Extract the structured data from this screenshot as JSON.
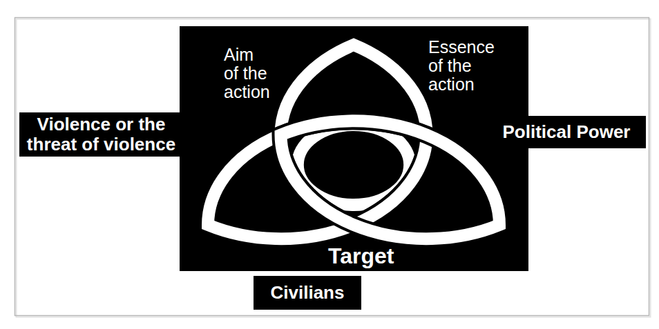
{
  "diagram": {
    "nodes": [
      {
        "text": [
          "Aim of the action",
          "Essence of the action",
          "Target"
        ]
      },
      {
        "text": [
          "Violence or the threat of violence"
        ]
      },
      {
        "text": [
          "Political Power"
        ]
      },
      {
        "text": [
          "Civilians"
        ]
      }
    ]
  }
}
